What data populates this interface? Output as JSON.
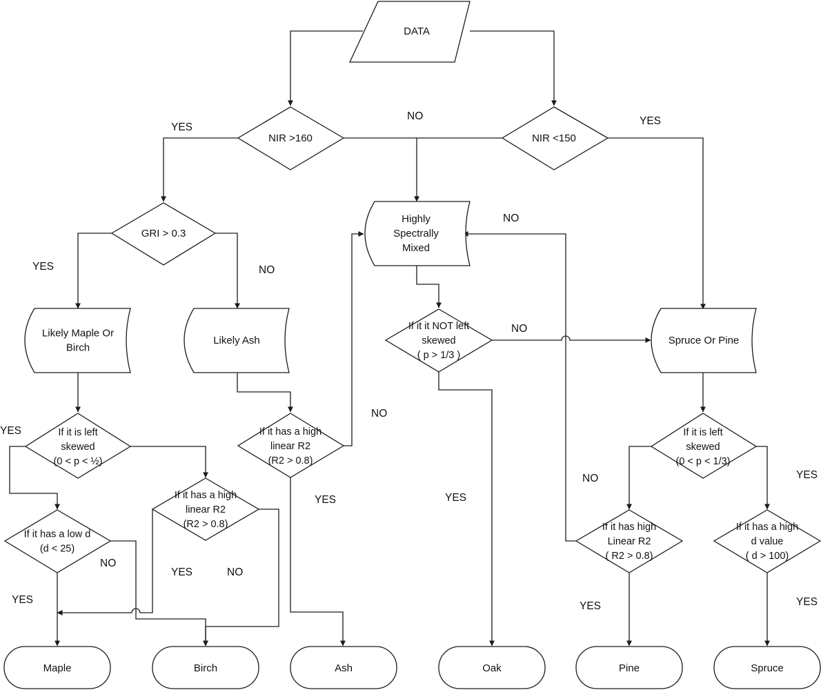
{
  "nodes": {
    "data": [
      "DATA"
    ],
    "nir_high": [
      "NIR >160"
    ],
    "nir_low": [
      "NIR <150"
    ],
    "gri": [
      "GRI > 0.3"
    ],
    "mixed": [
      "Highly",
      "Spectrally",
      "Mixed"
    ],
    "maple_birch": [
      "Likely Maple Or",
      "Birch"
    ],
    "likely_ash": [
      "Likely Ash"
    ],
    "not_left_skewed": [
      "If it it NOT left",
      "skewed",
      "( p > 1/3 )"
    ],
    "spruce_pine": [
      "Spruce Or Pine"
    ],
    "left_skewed_half": [
      "If it is left",
      "skewed",
      "(0 < p < ½)"
    ],
    "high_r2_ash": [
      "If it has a high",
      "linear R2",
      "(R2 > 0.8)"
    ],
    "left_skewed_third": [
      "If it is left",
      "skewed",
      "(0 < p < 1/3)"
    ],
    "high_r2_birch": [
      "If it has a high",
      "linear R2",
      "(R2 > 0.8)"
    ],
    "low_d": [
      "If it has a low d",
      "(d < 25)"
    ],
    "high_r2_pine": [
      "If it has high",
      "Linear R2",
      "( R2 > 0.8)"
    ],
    "high_d": [
      "If it has a high",
      "d value",
      "( d > 100)"
    ],
    "maple": [
      "Maple"
    ],
    "birch": [
      "Birch"
    ],
    "ash": [
      "Ash"
    ],
    "oak": [
      "Oak"
    ],
    "pine": [
      "Pine"
    ],
    "spruce": [
      "Spruce"
    ]
  },
  "edge_labels": {
    "nir_high_yes": "YES",
    "nir_no": "NO",
    "nir_low_yes": "YES",
    "gri_yes": "YES",
    "gri_no": "NO",
    "mixed_loop_no": "NO",
    "not_left_no": "NO",
    "left_half_yes": "YES",
    "high_r2_ash_no": "NO",
    "low_d_no": "NO",
    "birch_r2_yes": "YES",
    "birch_r2_no": "NO",
    "low_d_yes": "YES",
    "high_r2_ash_yes": "YES",
    "oak_yes": "YES",
    "left_third_no": "NO",
    "left_third_yes": "YES",
    "pine_yes": "YES",
    "spruce_yes": "YES"
  }
}
